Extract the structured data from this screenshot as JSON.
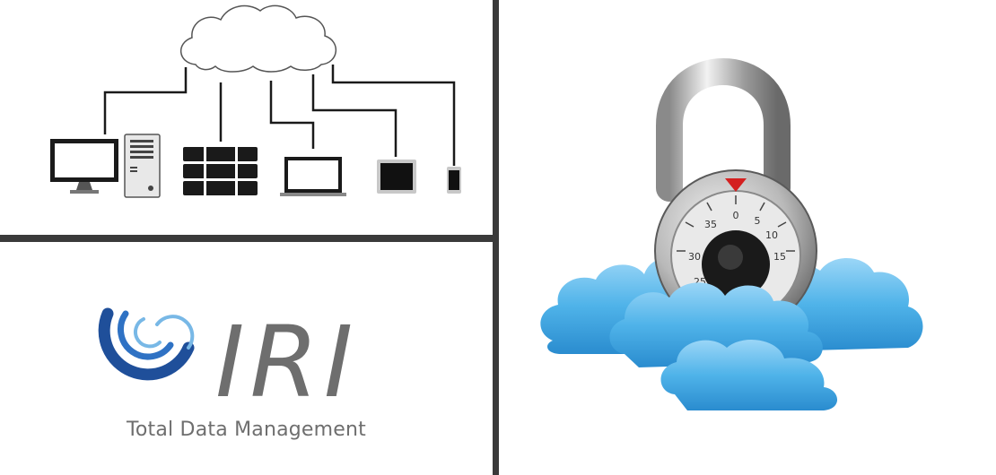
{
  "logo": {
    "name": "IRI",
    "tagline": "Total Data Management"
  },
  "colors": {
    "divider": "#3a3a3a",
    "logo_blue_dark": "#1f4f9a",
    "logo_blue_mid": "#2f72c4",
    "logo_blue_light": "#78b8e6",
    "logo_gray": "#6e6e6e",
    "cloud_blue": "#4fb3e9",
    "lock_red": "#d42020"
  },
  "icons": [
    "cloud-network-diagram",
    "desktop-monitor-icon",
    "pc-tower-icon",
    "server-rack-icon",
    "laptop-icon",
    "tablet-icon",
    "phone-icon",
    "padlock-icon",
    "cloud-icon"
  ],
  "dial": {
    "numbers": [
      "0",
      "5",
      "10",
      "15",
      "35",
      "30",
      "25"
    ]
  }
}
